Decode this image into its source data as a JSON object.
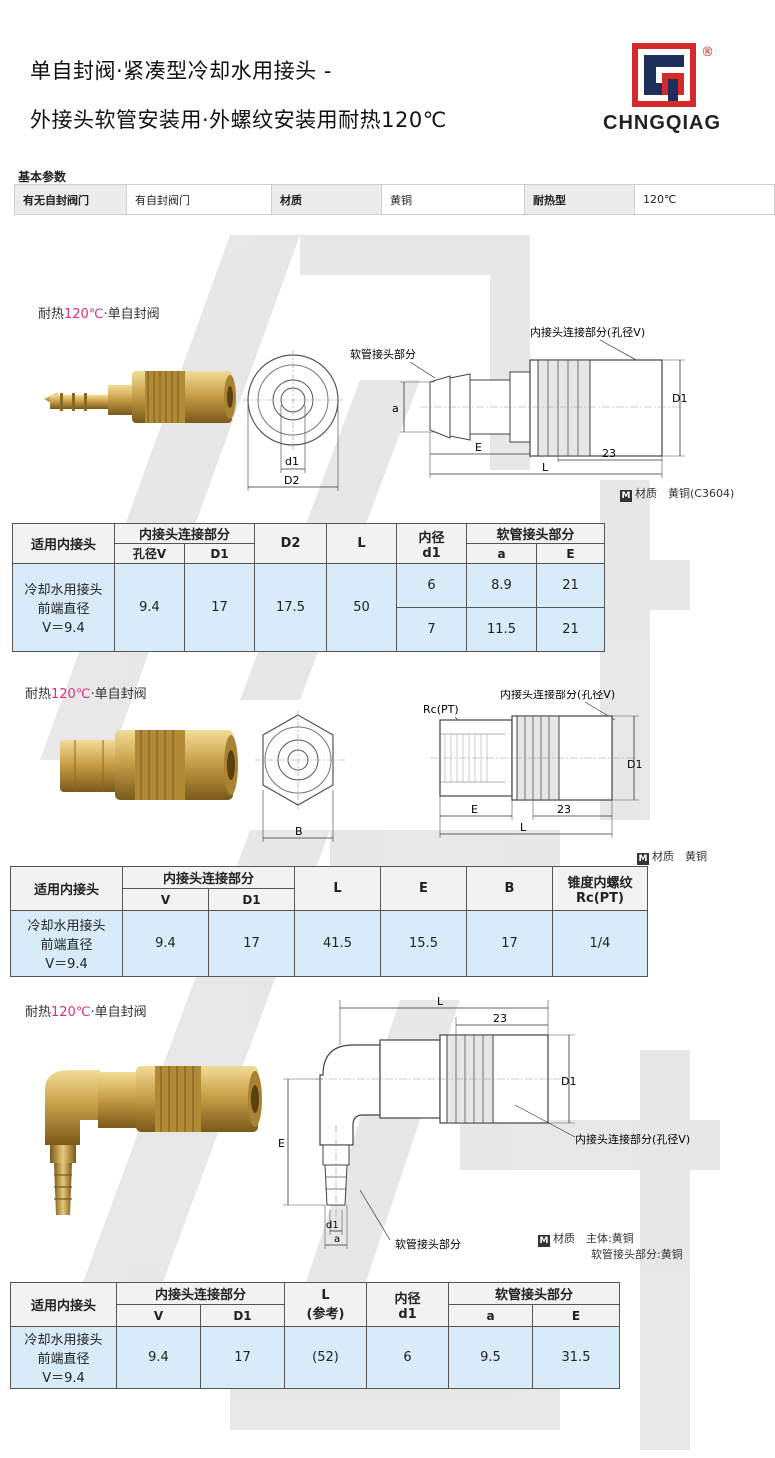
{
  "title": {
    "line1": "单自封阀·紧凑型冷却水用接头 -",
    "line2": "外接头软管安装用·外螺纹安装用耐热120℃"
  },
  "logo": {
    "text": "CHNGQIAG",
    "registered": "®"
  },
  "basic": {
    "title": "基本参数",
    "cells": [
      {
        "key": "有无自封阀门",
        "value": "有自封阀门"
      },
      {
        "key": "材质",
        "value": "黄铜"
      },
      {
        "key": "耐热型",
        "value": "120℃"
      }
    ]
  },
  "sections": [
    {
      "label_prefix": "耐热",
      "label_temp": "120℃",
      "label_suffix": "·单自封阀",
      "material": "材质　黄铜(C3604)",
      "drawing": {
        "hose": "软管接头部分",
        "inner": "内接头连接部分(孔径V)",
        "a": "a",
        "d1": "d1",
        "d2": "D2",
        "D1": "D1",
        "E": "E",
        "L": "L",
        "n23": "23"
      },
      "table": {
        "h_apply": "适用内接头",
        "h_inner": "内接头连接部分",
        "h_v": "孔径V",
        "h_d1": "D1",
        "h_d2": "D2",
        "h_l": "L",
        "h_id": "内径",
        "h_id_sub": "d1",
        "h_hose": "软管接头部分",
        "h_a": "a",
        "h_e": "E",
        "apply": [
          "冷却水用接头",
          "前端直径",
          "V＝9.4"
        ],
        "v": "9.4",
        "d1": "17",
        "d2": "17.5",
        "l": "50",
        "rows": [
          {
            "id": "6",
            "a": "8.9",
            "e": "21"
          },
          {
            "id": "7",
            "a": "11.5",
            "e": "21"
          }
        ]
      }
    },
    {
      "label_prefix": "耐热",
      "label_temp": "120℃",
      "label_suffix": "·单自封阀",
      "material": "材质　黄铜",
      "drawing": {
        "rc": "Rc(PT)",
        "inner": "内接头连接部分(孔径V)",
        "D1": "D1",
        "E": "E",
        "L": "L",
        "B": "B",
        "n23": "23"
      },
      "table": {
        "h_apply": "适用内接头",
        "h_inner": "内接头连接部分",
        "h_v": "V",
        "h_d1": "D1",
        "h_l": "L",
        "h_e": "E",
        "h_b": "B",
        "h_rc1": "锥度内螺纹",
        "h_rc2": "Rc(PT)",
        "apply": [
          "冷却水用接头",
          "前端直径",
          "V＝9.4"
        ],
        "v": "9.4",
        "d1": "17",
        "l": "41.5",
        "e": "15.5",
        "b": "17",
        "rc": "1/4"
      }
    },
    {
      "label_prefix": "耐热",
      "label_temp": "120℃",
      "label_suffix": "·单自封阀",
      "material1": "材质　主体:黄铜",
      "material2": "软管接头部分:黄铜",
      "drawing": {
        "hose": "软管接头部分",
        "inner": "内接头连接部分(孔径V)",
        "L": "L",
        "n23": "23",
        "D1": "D1",
        "E": "E",
        "d1": "d1",
        "a": "a"
      },
      "table": {
        "h_apply": "适用内接头",
        "h_inner": "内接头连接部分",
        "h_v": "V",
        "h_d1": "D1",
        "h_l": "L",
        "h_l_sub": "(参考)",
        "h_id": "内径",
        "h_id_sub": "d1",
        "h_hose": "软管接头部分",
        "h_a": "a",
        "h_e": "E",
        "apply": [
          "冷却水用接头",
          "前端直径",
          "V＝9.4"
        ],
        "v": "9.4",
        "d1": "17",
        "l": "(52)",
        "id": "6",
        "a": "9.5",
        "e": "31.5"
      }
    }
  ],
  "colors": {
    "brass": "#c9a14a",
    "brass_dark": "#8a6a22",
    "table_body": "#d7ecf8",
    "accent": "#e0307a"
  }
}
